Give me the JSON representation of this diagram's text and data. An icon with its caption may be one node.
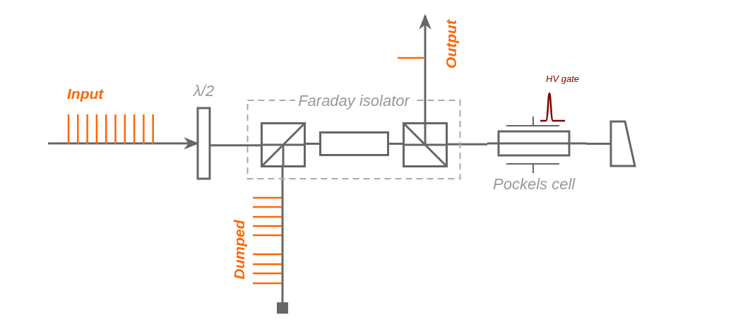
{
  "diagram": {
    "nodes": [
      {
        "text": [
          "λ/2"
        ]
      },
      {
        "text": [
          "Faraday isolator"
        ]
      },
      {
        "text": [],
        "shape": "box",
        "in": 1
      },
      {
        "text": [],
        "shape": "box",
        "in": 1
      },
      {
        "text": [],
        "shape": "box",
        "in": 1
      },
      {
        "text": [
          "Pockels cell"
        ]
      },
      {
        "text": [],
        "shape": "trapezoid"
      },
      {
        "text": [],
        "shape": "box"
      }
    ],
    "edges": [
      {
        "from": null,
        "to": 0,
        "arrow": "to"
      },
      {
        "from": 0,
        "to": 2,
        "arrow": "none"
      },
      {
        "from": 2,
        "to": 3,
        "arrow": "none"
      },
      {
        "from": 3,
        "to": 4,
        "arrow": "none"
      },
      {
        "from": 4,
        "to": 5,
        "arrow": "none"
      },
      {
        "from": 5,
        "to": 6,
        "arrow": "none"
      },
      {
        "from": 4,
        "to": null,
        "arrow": "to"
      },
      {
        "from": 2,
        "to": 7,
        "arrow": "none"
      }
    ],
    "labels": [
      "Input",
      "Output",
      "HV gate",
      "Dumped"
    ]
  }
}
